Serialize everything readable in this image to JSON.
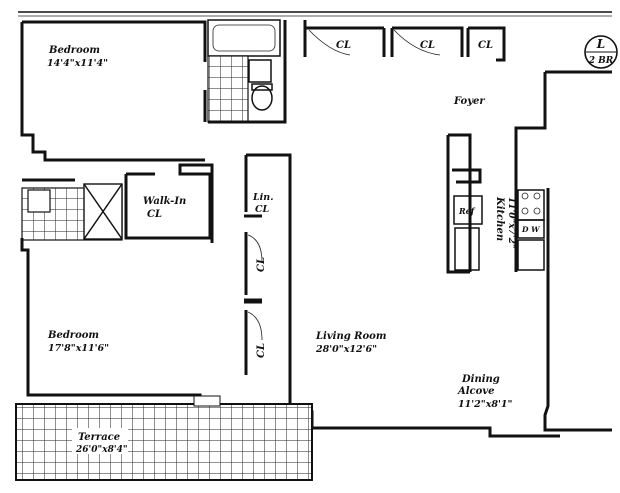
{
  "badge": {
    "letter": "L",
    "text": "2 BR"
  },
  "rooms": {
    "bedroom1": {
      "name": "Bedroom",
      "dims": "14'4\"x11'4\""
    },
    "bedroom2": {
      "name": "Bedroom",
      "dims": "17'8\"x11'6\""
    },
    "walkin": {
      "line1": "Walk-In",
      "line2": "CL"
    },
    "lincl": {
      "line1": "Lin.",
      "line2": "CL"
    },
    "foyer": {
      "name": "Foyer"
    },
    "kitchen": {
      "name": "Kitchen",
      "dims": "11'0\"x7'2\""
    },
    "living": {
      "name": "Living Room",
      "dims": "28'0\"x12'6\""
    },
    "dining": {
      "line1": "Dining",
      "line2": "Alcove",
      "dims": "11'2\"x8'1\""
    },
    "terrace": {
      "name": "Terrace",
      "dims": "26'0\"x8'4\""
    }
  },
  "closets": {
    "top1": "CL",
    "top2": "CL",
    "top3": "CL",
    "side1": "CL",
    "side2": "CL"
  },
  "appliances": {
    "refrigerator": "Ref",
    "dishwasher": "D W"
  }
}
